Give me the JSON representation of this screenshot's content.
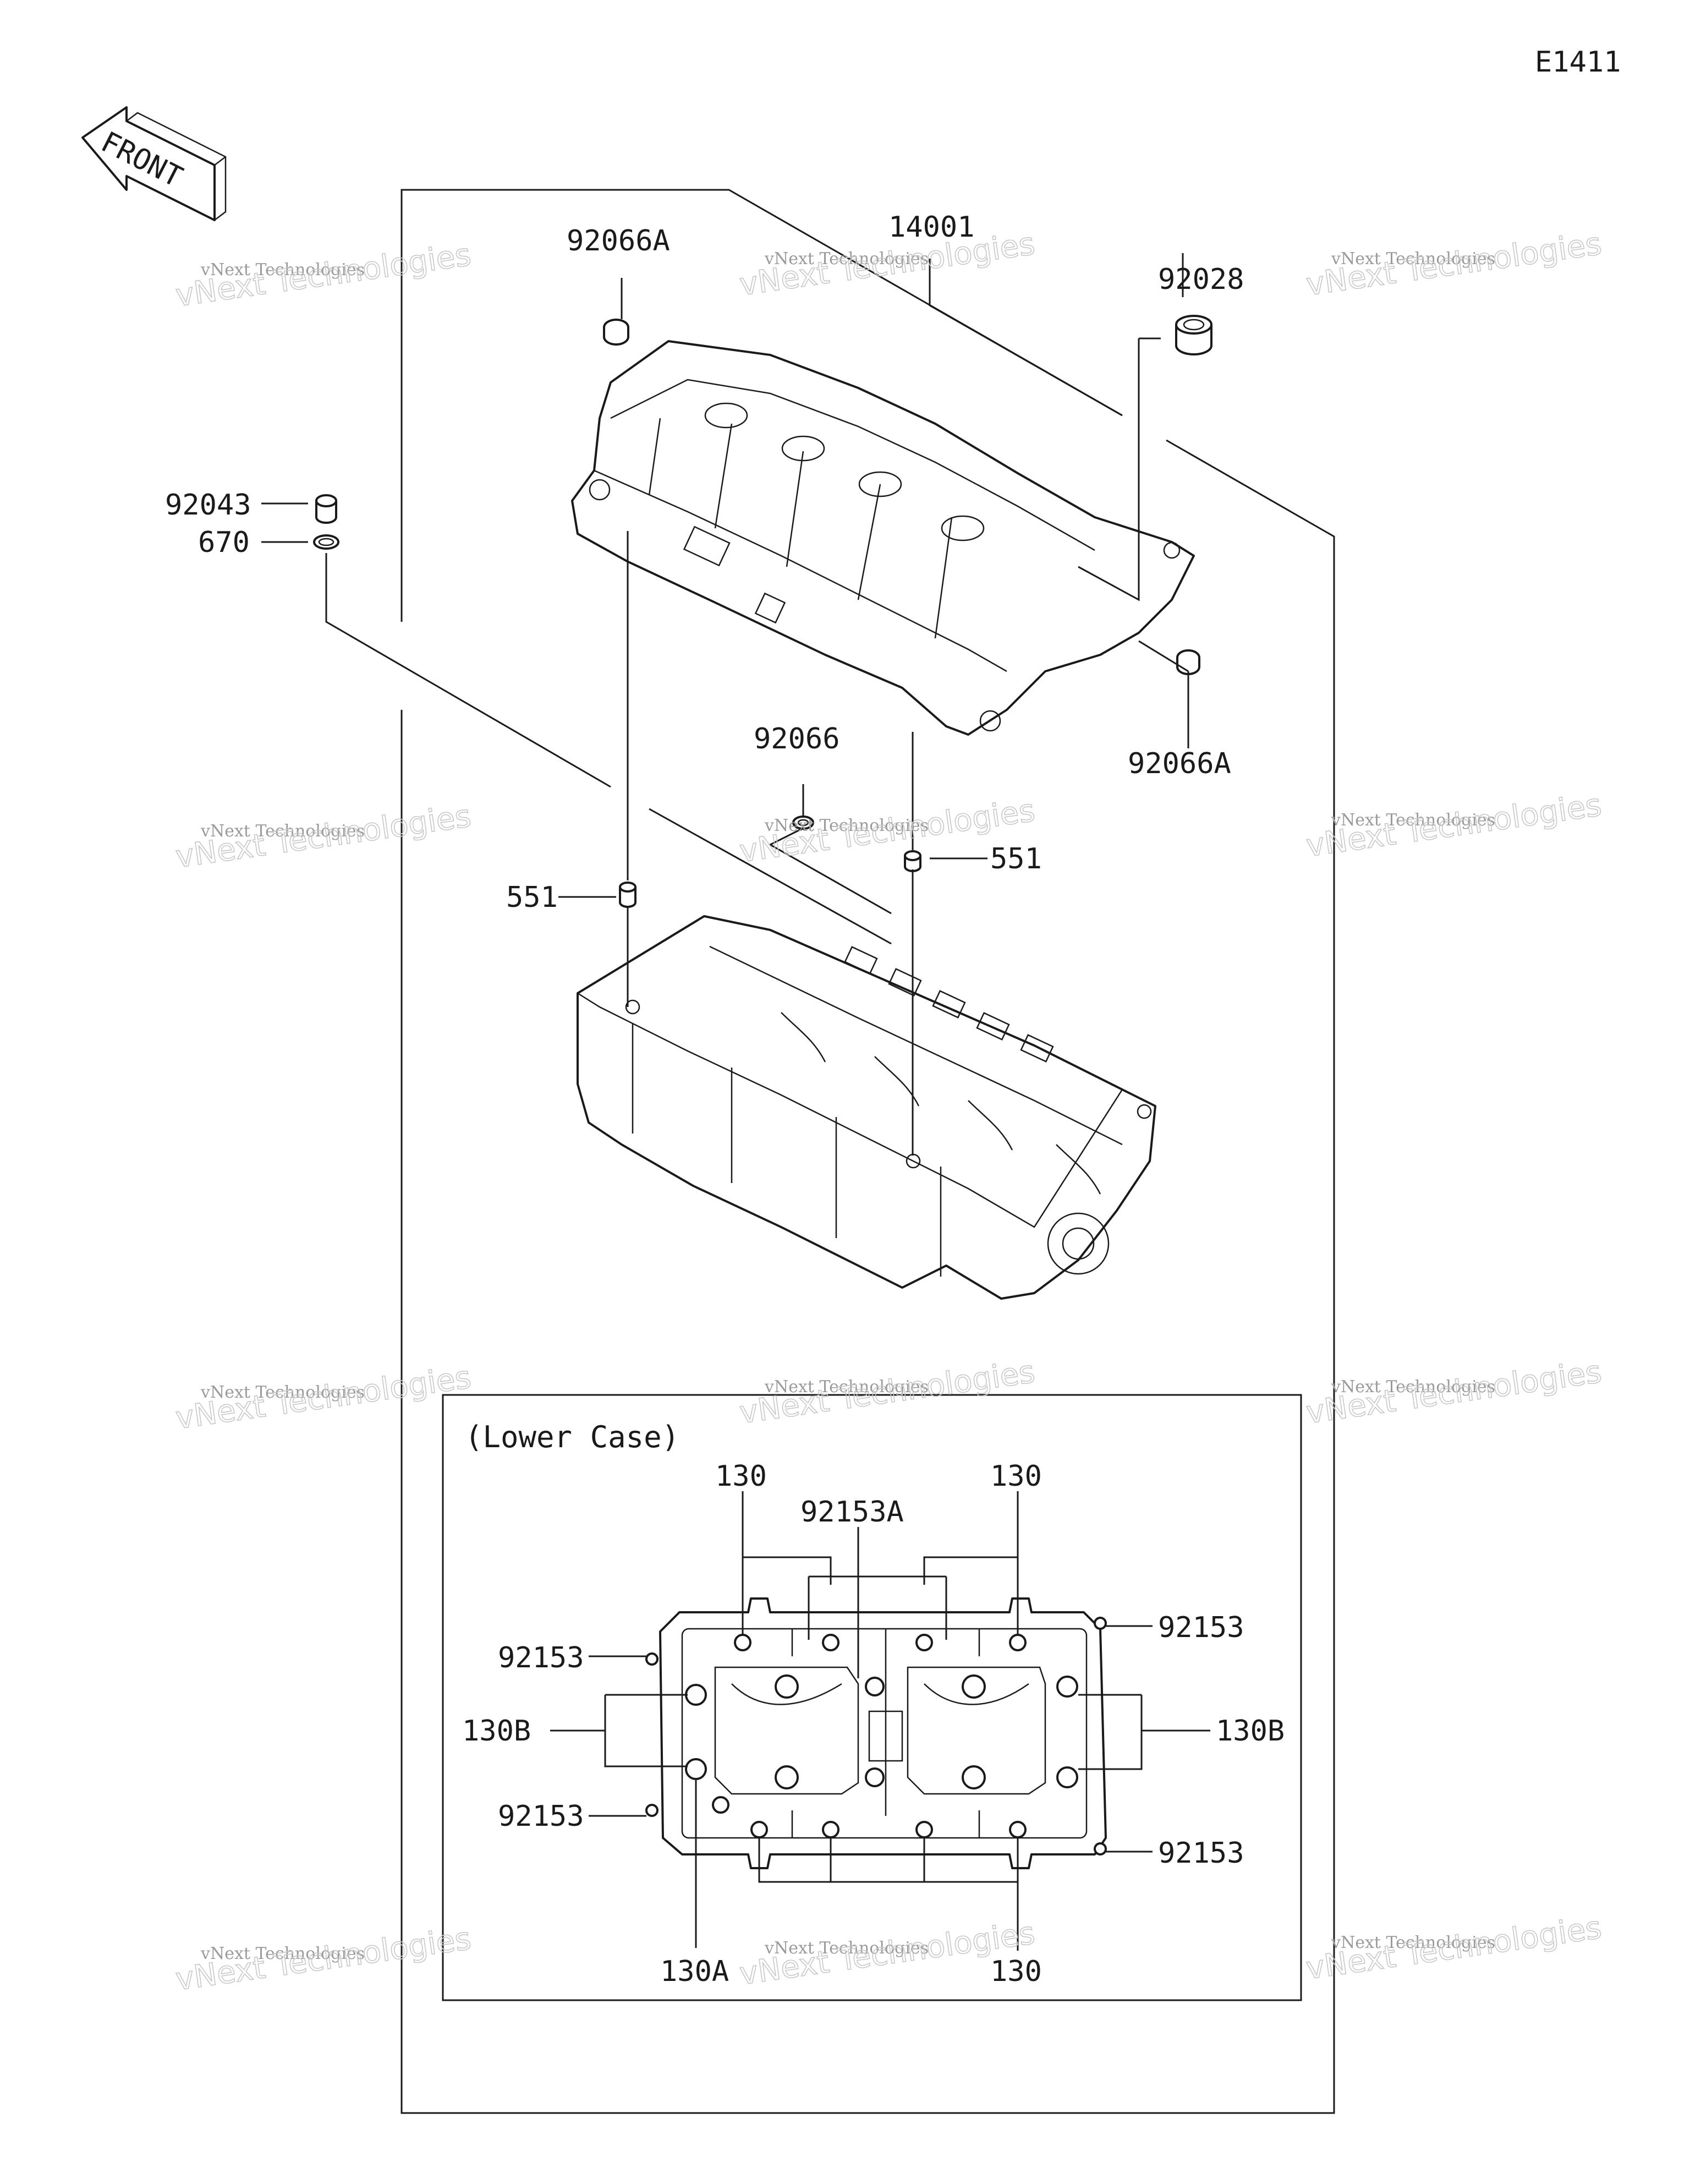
{
  "diagram_code": "E1411",
  "front_arrow_label": "FRONT",
  "inset_title": "(Lower Case)",
  "watermark": {
    "line1": "vNext Technologies",
    "line2": "vNext Technologies"
  },
  "callouts": {
    "p14001": "14001",
    "p92066A_top": "92066A",
    "p92028": "92028",
    "p92043": "92043",
    "p670": "670",
    "p92066A_right": "92066A",
    "p92066": "92066",
    "p551_right": "551",
    "p551_left": "551",
    "inset_130_top_left": "130",
    "inset_130_top_right": "130",
    "inset_92153A": "92153A",
    "inset_92153_left_top": "92153",
    "inset_92153_right_top": "92153",
    "inset_130B_left": "130B",
    "inset_130B_right": "130B",
    "inset_92153_left_bottom": "92153",
    "inset_92153_right_bottom": "92153",
    "inset_130A": "130A",
    "inset_130_bottom": "130"
  },
  "colors": {
    "line": "#1a1a1a",
    "background": "#ffffff",
    "watermark": "#c8c8c8"
  }
}
